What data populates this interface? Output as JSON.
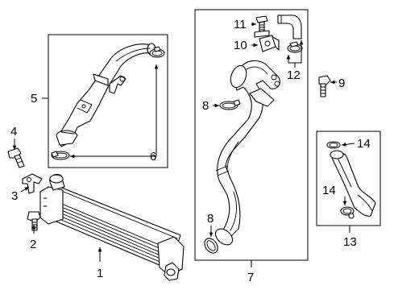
{
  "callouts": {
    "c1": "1",
    "c2": "2",
    "c3": "3",
    "c4": "4",
    "c5": "5",
    "c6": "6",
    "c7": "7",
    "c8a": "8",
    "c8b": "8",
    "c9": "9",
    "c10": "10",
    "c11": "11",
    "c12": "12",
    "c13": "13",
    "c14a": "14",
    "c14b": "14"
  },
  "colors": {
    "line": "#000000",
    "background": "#ffffff"
  }
}
